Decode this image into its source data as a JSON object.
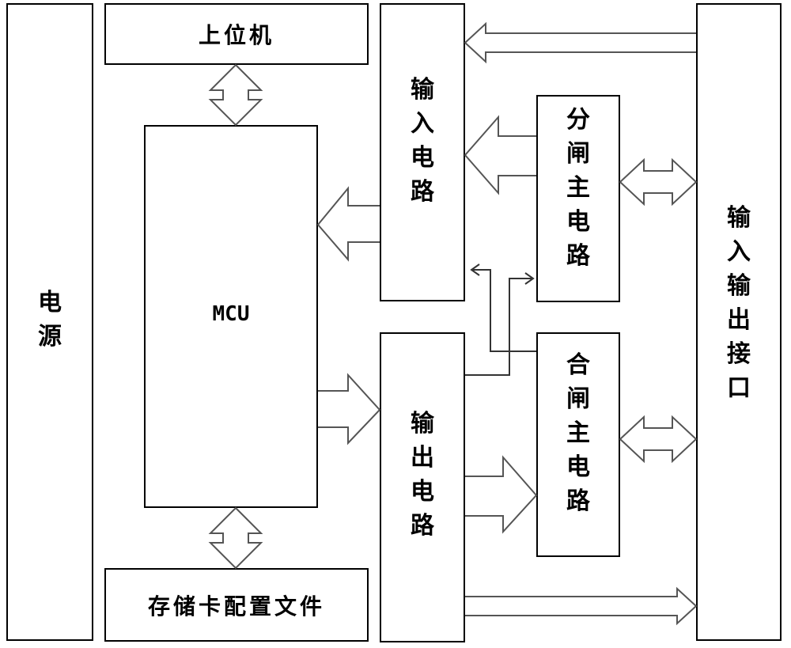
{
  "blocks": {
    "power": "电\n源",
    "host_pc": "上位机",
    "mcu": "MCU",
    "storage": "存储卡配置文件",
    "input_circuit": "输\n入\n电\n路",
    "output_circuit": "输\n出\n电\n路",
    "open_main_circuit": "分\n闸\n主\n电\n路",
    "close_main_circuit": "合\n闸\n主\n电\n路",
    "io_interface": "输\n入\n输\n出\n接\n口"
  },
  "colors": {
    "line": "#000000",
    "arrow_stroke": "#555555",
    "background": "#ffffff"
  }
}
